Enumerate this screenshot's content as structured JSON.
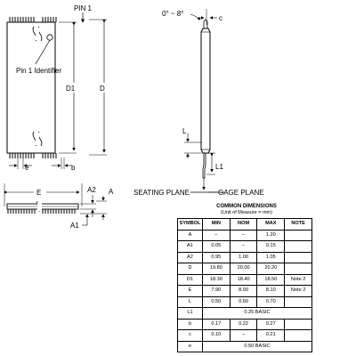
{
  "labels": {
    "pin1": "PIN 1",
    "pin1_identifier": "Pin 1 Identifier",
    "angle": "0° ~ 8°",
    "c": "c",
    "d1": "D1",
    "d": "D",
    "e": "e",
    "b": "b",
    "L": "L",
    "L1": "L1",
    "seating_plane": "SEATING PLANE",
    "gage_plane": "GAGE PLANE",
    "E": "E",
    "A2": "A2",
    "A": "A",
    "A1": "A1"
  },
  "dimensions": {
    "title": "COMMON DIMENSIONS",
    "subtitle": "(Unit of Measure = mm)",
    "headers": [
      "SYMBOL",
      "MIN",
      "NOM",
      "MAX",
      "NOTE"
    ],
    "rows": [
      [
        "A",
        "–",
        "–",
        "1.20",
        ""
      ],
      [
        "A1",
        "0.05",
        "–",
        "0.15",
        ""
      ],
      [
        "A2",
        "0.95",
        "1.00",
        "1.05",
        ""
      ],
      [
        "D",
        "19.80",
        "20.00",
        "20.20",
        ""
      ],
      [
        "D1",
        "18.30",
        "18.40",
        "18.50",
        "Note 2"
      ],
      [
        "E",
        "7.90",
        "8.00",
        "8.10",
        "Note 2"
      ],
      [
        "L",
        "0.50",
        "0.60",
        "0.70",
        ""
      ],
      [
        "L1",
        "0.25 BASIC"
      ],
      [
        "b",
        "0.17",
        "0.22",
        "0.27",
        ""
      ],
      [
        "c",
        "0.10",
        "–",
        "0.21",
        ""
      ],
      [
        "e",
        "0.50 BASIC"
      ]
    ]
  }
}
